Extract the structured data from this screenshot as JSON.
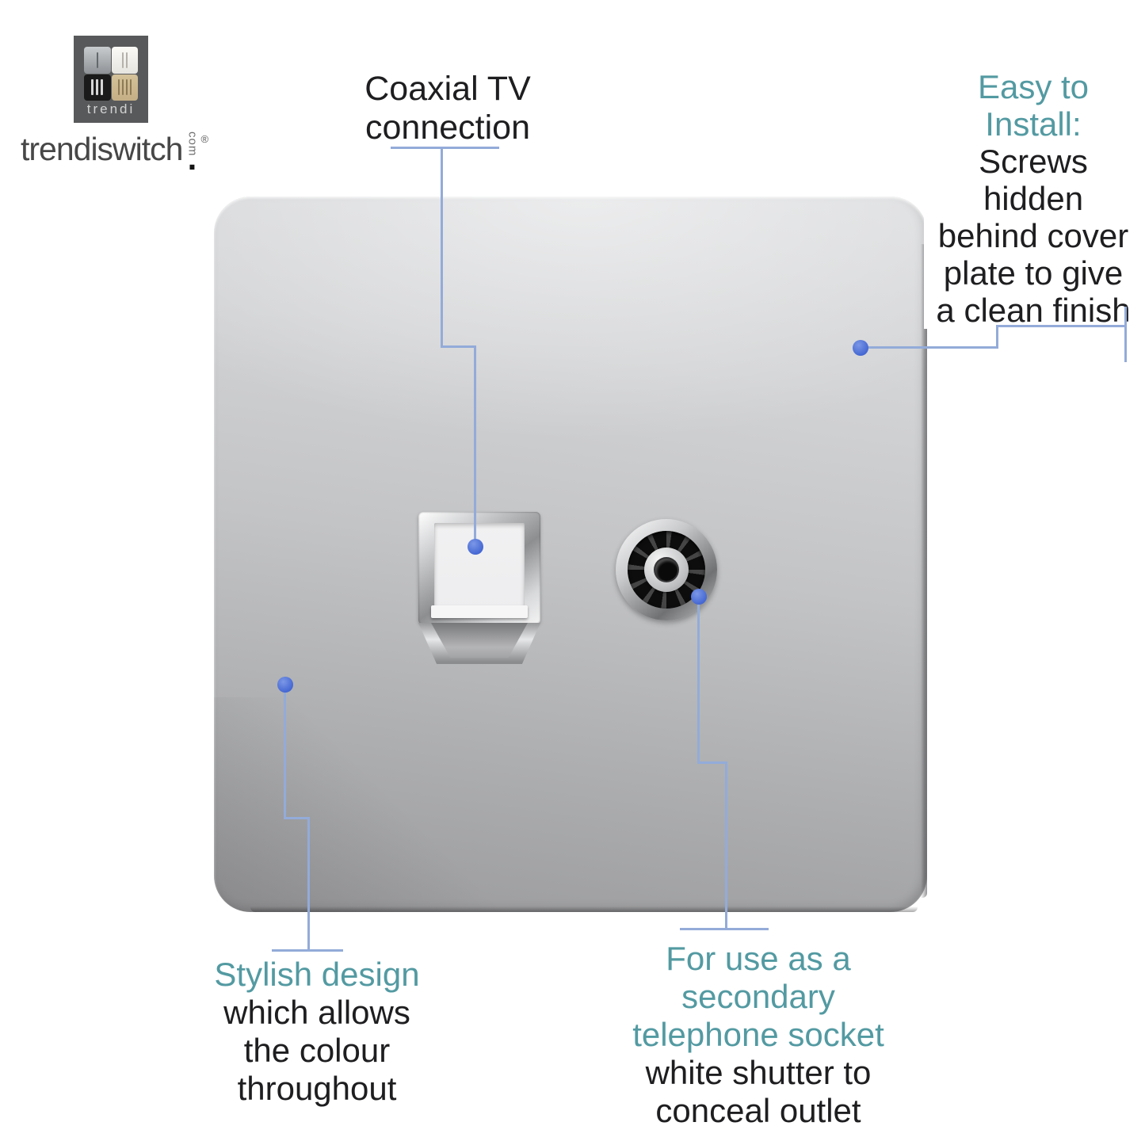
{
  "brand": {
    "logo_label": "trendi",
    "wordmark": "trendiswitch",
    "wordmark_tld": "com",
    "wordmark_period": ".",
    "registered_mark": "®"
  },
  "callouts": {
    "top": {
      "lines": [
        "Coaxial TV",
        "connection"
      ]
    },
    "right": {
      "teal_lines": [
        "Easy to",
        "Install:"
      ],
      "dark_lines": [
        "Screws",
        "hidden",
        "behind cover",
        "plate to give",
        "a clean finish"
      ]
    },
    "bottom_left": {
      "teal_lines": [
        "Stylish design"
      ],
      "dark_lines": [
        "which allows",
        "the colour",
        "throughout"
      ]
    },
    "bottom_mid": {
      "teal_lines": [
        "For use as a",
        "secondary",
        "telephone socket"
      ],
      "dark_lines": [
        "white shutter to",
        "conceal outlet"
      ]
    }
  },
  "colors": {
    "teal": "#539aa2",
    "ink": "#1e1e20",
    "callout_line": "#93abd9",
    "callout_dot": "#4467d3",
    "plate_light": "#dbdcde",
    "plate_dark": "#9b9b9d",
    "chrome": "#c8c9cb",
    "socket_white": "#ededef",
    "logo_bg": "#58595b",
    "logo_black": "#1a1a1a",
    "logo_gold": "#c4ae85"
  }
}
